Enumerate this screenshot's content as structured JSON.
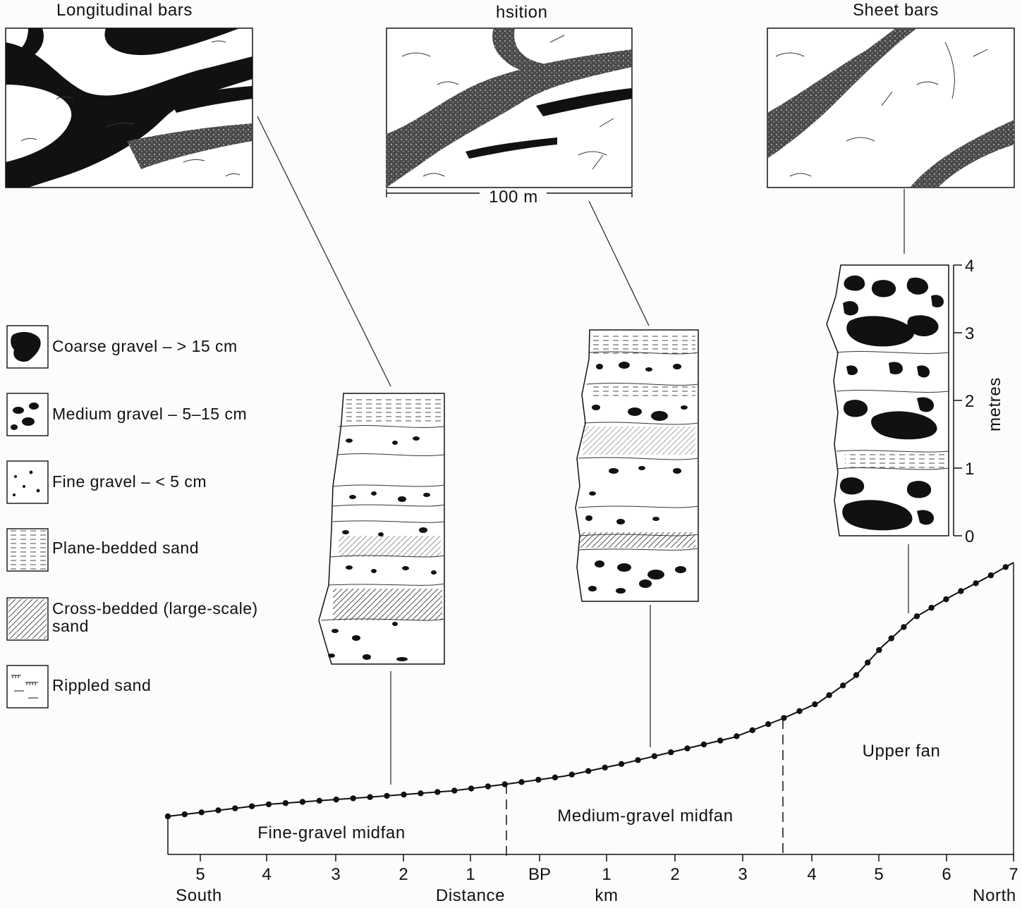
{
  "panels": {
    "left_title": "Longitudinal bars",
    "middle_title": "hsition",
    "right_title": "Sheet bars",
    "scale_label": "100 m"
  },
  "legend": {
    "items": [
      {
        "key": "coarse",
        "label": "Coarse gravel – > 15 cm"
      },
      {
        "key": "medium",
        "label": "Medium gravel – 5–15 cm"
      },
      {
        "key": "fine",
        "label": "Fine gravel – < 5 cm"
      },
      {
        "key": "plane",
        "label": "Plane-bedded sand"
      },
      {
        "key": "cross",
        "label": "Cross-bedded (large-scale)",
        "label2": "sand"
      },
      {
        "key": "ripple",
        "label": "Rippled sand"
      }
    ]
  },
  "column_scale": {
    "ticks": [
      "0",
      "1",
      "2",
      "3",
      "4"
    ],
    "unit": "metres"
  },
  "profile": {
    "zones": [
      "Fine-gravel midfan",
      "Medium-gravel midfan",
      "Upper fan"
    ]
  },
  "axis": {
    "ticks": [
      "5",
      "4",
      "3",
      "2",
      "1",
      "BP",
      "1",
      "2",
      "3",
      "4",
      "5",
      "6",
      "7"
    ],
    "south": "South",
    "north": "North",
    "distance": "Distance",
    "km": "km"
  }
}
